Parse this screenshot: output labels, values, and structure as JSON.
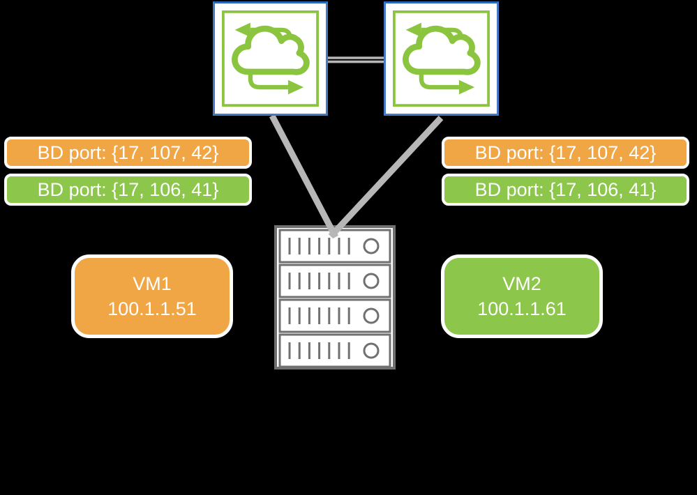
{
  "colors": {
    "background": "#000000",
    "orange": "#F0A645",
    "green": "#8CC64A",
    "icon_green": "#8BC53F",
    "blue": "#4579C8",
    "blue_top": "#2B66BD",
    "line_gray": "#B7B7B7",
    "server_gray": "#707070"
  },
  "labels": {
    "left_orange": "BD port: {17, 107, 42}",
    "left_green": "BD port: {17, 106, 41}",
    "right_orange": "BD port: {17, 107, 42}",
    "right_green": "BD port: {17, 106, 41}"
  },
  "vms": {
    "vm1": {
      "name": "VM1",
      "ip": "100.1.1.51"
    },
    "vm2": {
      "name": "VM2",
      "ip": "100.1.1.61"
    }
  },
  "icons": {
    "switch_left": "cloud-sync-icon",
    "switch_right": "cloud-sync-icon",
    "server": "server-rack-icon"
  }
}
